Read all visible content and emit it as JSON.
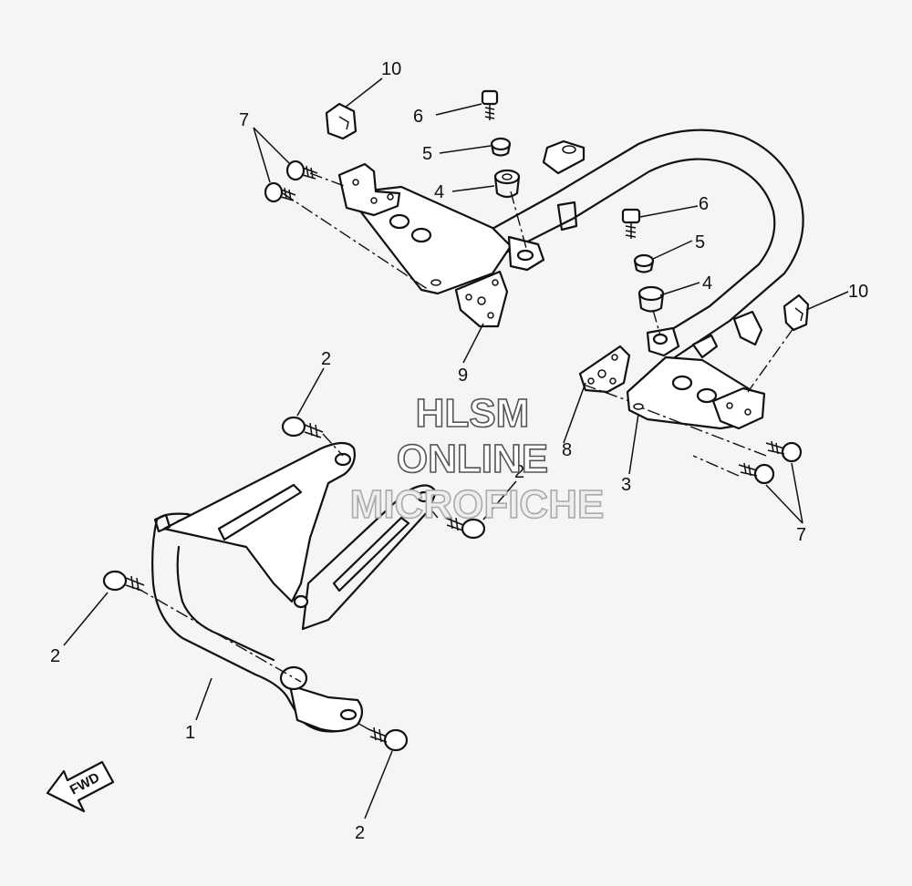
{
  "watermark": {
    "line1": "HLSM",
    "line2": "ONLINE",
    "line3": "MICROFICHE"
  },
  "direction_indicator": "FWD",
  "callouts": [
    {
      "id": "c1",
      "text": "1"
    },
    {
      "id": "c2a",
      "text": "2"
    },
    {
      "id": "c2b",
      "text": "2"
    },
    {
      "id": "c2c",
      "text": "2"
    },
    {
      "id": "c2d",
      "text": "2"
    },
    {
      "id": "c3",
      "text": "3"
    },
    {
      "id": "c4a",
      "text": "4"
    },
    {
      "id": "c4b",
      "text": "4"
    },
    {
      "id": "c5a",
      "text": "5"
    },
    {
      "id": "c5b",
      "text": "5"
    },
    {
      "id": "c6a",
      "text": "6"
    },
    {
      "id": "c6b",
      "text": "6"
    },
    {
      "id": "c7a",
      "text": "7"
    },
    {
      "id": "c7b",
      "text": "7"
    },
    {
      "id": "c8",
      "text": "8"
    },
    {
      "id": "c9",
      "text": "9"
    },
    {
      "id": "c10a",
      "text": "10"
    },
    {
      "id": "c10b",
      "text": "10"
    }
  ]
}
